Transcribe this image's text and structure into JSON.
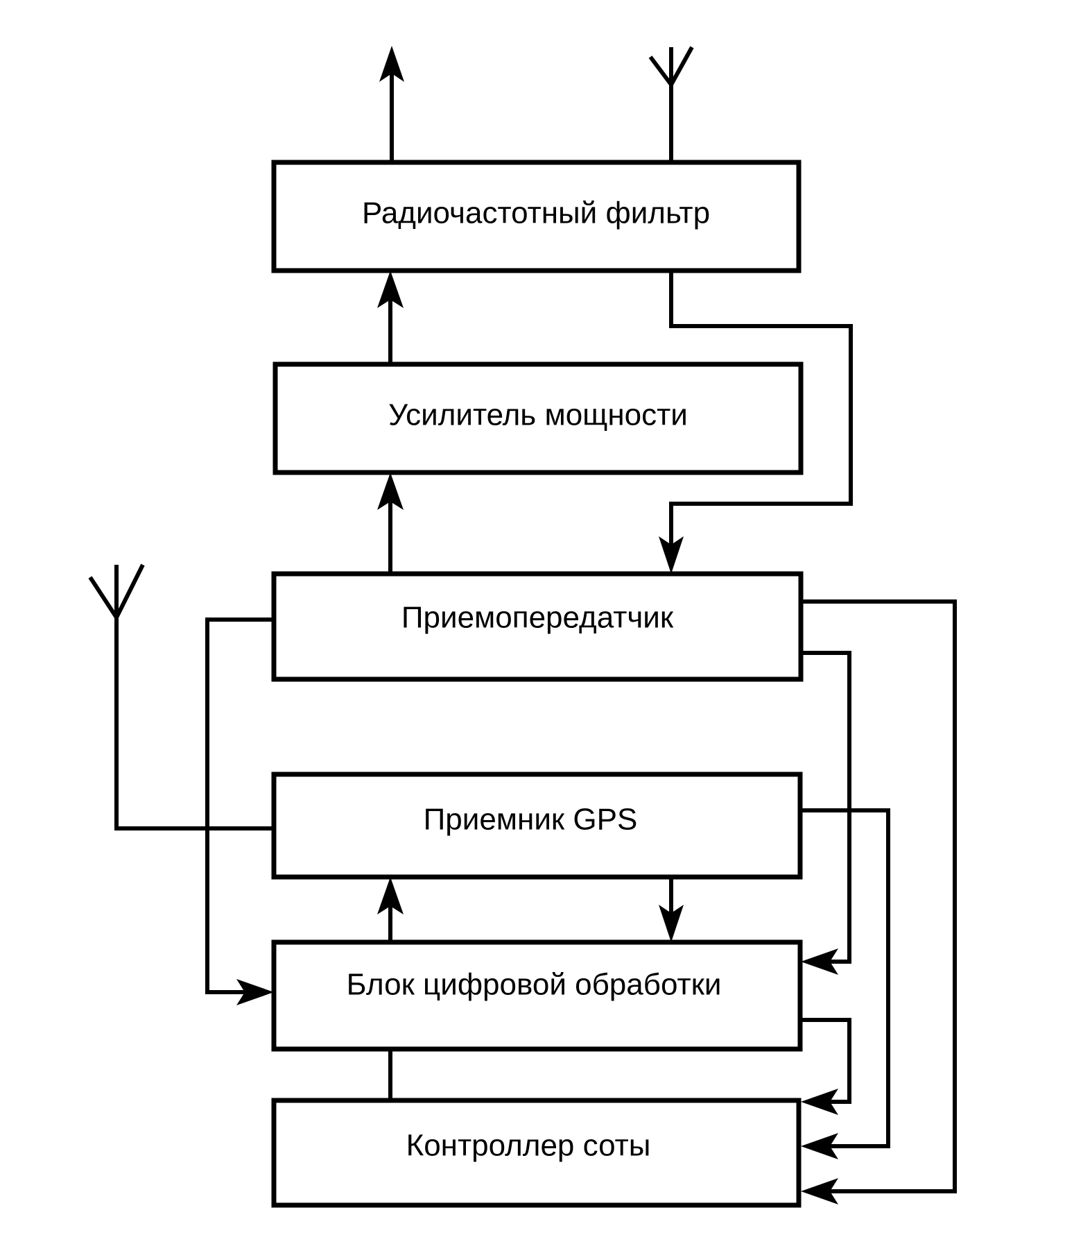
{
  "diagram": {
    "title": "Block diagram of a base station",
    "blocks": [
      {
        "id": "rf_filter",
        "label": "Радиочастотный фильтр"
      },
      {
        "id": "power_amp",
        "label": "Усилитель мощности"
      },
      {
        "id": "transceiver",
        "label": "Приемопередатчик"
      },
      {
        "id": "gps_receiver",
        "label": "Приемник GPS"
      },
      {
        "id": "dsp_unit",
        "label": "Блок цифровой обработки"
      },
      {
        "id": "cell_controller",
        "label": "Контроллер соты"
      }
    ],
    "connections": [
      {
        "from": "rf_filter",
        "to": "output",
        "kind": "arrow"
      },
      {
        "from": "antenna-main",
        "to": "rf_filter",
        "kind": "line"
      },
      {
        "from": "power_amp",
        "to": "rf_filter",
        "kind": "arrow"
      },
      {
        "from": "transceiver",
        "to": "power_amp",
        "kind": "arrow"
      },
      {
        "from": "rf_filter",
        "to": "transceiver",
        "kind": "arrow"
      },
      {
        "from": "antenna-gps",
        "to": "gps_receiver",
        "kind": "line"
      },
      {
        "from": "transceiver",
        "to": "dsp_unit",
        "kind": "arrow",
        "side": "left"
      },
      {
        "from": "transceiver",
        "to": "dsp_unit",
        "kind": "arrow",
        "side": "right"
      },
      {
        "from": "transceiver",
        "to": "cell_controller",
        "kind": "arrow"
      },
      {
        "from": "dsp_unit",
        "to": "gps_receiver",
        "kind": "arrow"
      },
      {
        "from": "gps_receiver",
        "to": "dsp_unit",
        "kind": "arrow"
      },
      {
        "from": "gps_receiver",
        "to": "cell_controller",
        "kind": "arrow"
      },
      {
        "from": "dsp_unit",
        "to": "cell_controller",
        "kind": "arrow"
      },
      {
        "from": "dsp_unit",
        "to": "cell_controller",
        "kind": "line"
      }
    ],
    "colors": {
      "stroke": "#000000",
      "background": "#ffffff"
    }
  }
}
